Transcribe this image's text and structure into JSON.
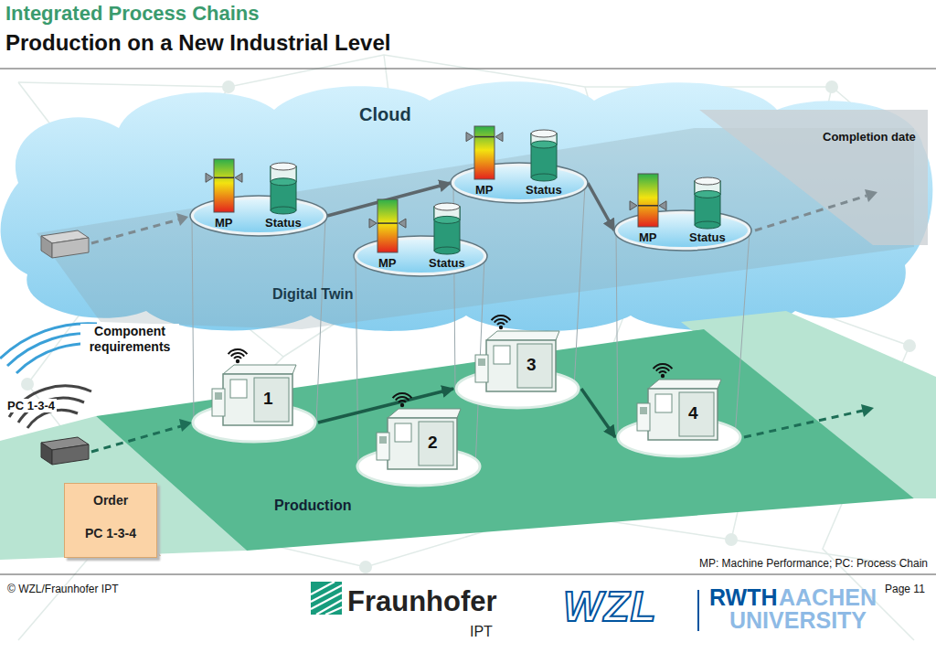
{
  "diagram": {
    "title": "Integrated Process Chains",
    "nodes": [
      {
        "text": [
          "MP",
          "Status"
        ]
      },
      {
        "text": [
          "MP",
          "Status"
        ]
      },
      {
        "text": [
          "MP",
          "Status"
        ]
      },
      {
        "text": [
          "MP",
          "Status"
        ]
      },
      {
        "text": [
          "1"
        ]
      },
      {
        "text": [
          "2"
        ]
      },
      {
        "text": [
          "3"
        ]
      },
      {
        "text": [
          "4"
        ]
      },
      {
        "text": [
          "Order",
          "PC 1-3-4"
        ]
      }
    ],
    "edges": [
      {
        "from": 0,
        "to": 1,
        "arrow": "to"
      },
      {
        "from": 1,
        "to": 3,
        "arrow": "to"
      },
      {
        "from": 4,
        "to": 6,
        "arrow": "to"
      },
      {
        "from": 6,
        "to": 7,
        "arrow": "to"
      }
    ],
    "labels": [
      "Production on a New Industrial Level",
      "Cloud",
      "Digital Twin",
      "Completion date",
      "Component requirements",
      "PC 1-3-4",
      "Production",
      "MP: Machine Performance; PC: Process Chain",
      "© WZL/Fraunhofer IPT",
      "Fraunhofer",
      "IPT",
      "WZL",
      "RWTH",
      "AACHEN",
      "UNIVERSITY",
      "Page 11"
    ]
  }
}
